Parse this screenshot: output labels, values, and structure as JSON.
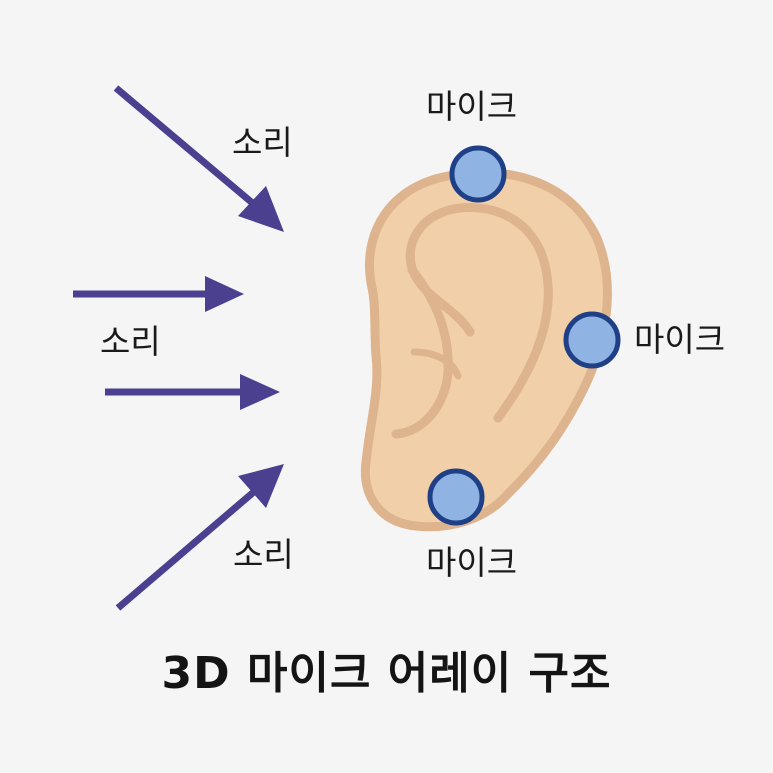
{
  "title": "3D 마이크 어레이 구조",
  "labels": {
    "sound_top": "소리",
    "sound_middle": "소리",
    "sound_bottom": "소리",
    "mic_top": "마이크",
    "mic_right": "마이크",
    "mic_bottom": "마이크"
  },
  "colors": {
    "background": "#f5f5f6",
    "arrow": "#4b3f8f",
    "ear_fill": "#f1cfa9",
    "ear_stroke": "#ddb48d",
    "mic_fill": "#8fb4e3",
    "mic_stroke": "#1f3f86"
  }
}
